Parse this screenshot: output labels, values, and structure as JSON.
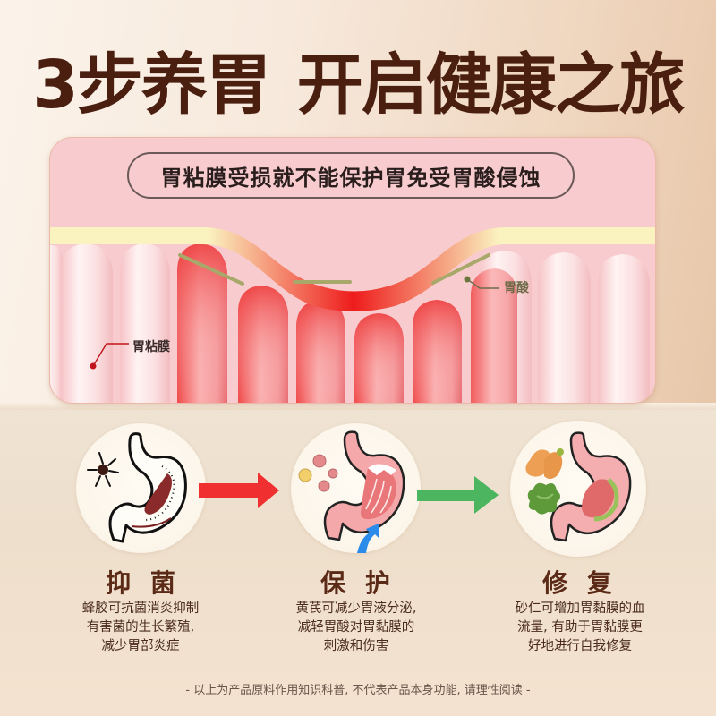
{
  "headline": {
    "part1": "3步养胃",
    "part2": "开启健康之旅"
  },
  "diagram": {
    "caption": "胃粘膜受损就不能保护胃免受胃酸侵蚀",
    "labels": {
      "acid": "胃酸",
      "mucosa": "胃粘膜"
    },
    "colors": {
      "panel_bg": "#f8cccf",
      "mucus_layer": "#faf3c0",
      "damage_red": "#ee1c1c",
      "acid_green": "#a8a86a"
    }
  },
  "steps": [
    {
      "title": "抑 菌",
      "icon": "stomach-bacteria-icon",
      "description_lines": [
        "蜂胶可抗菌消炎抑制",
        "有害菌的生长繁殖,",
        "减少胃部炎症"
      ]
    },
    {
      "title": "保 护",
      "icon": "stomach-protect-icon",
      "description_lines": [
        "黄芪可减少胃液分泌,",
        "减轻胃酸对胃黏膜的",
        "刺激和伤害"
      ]
    },
    {
      "title": "修 复",
      "icon": "stomach-repair-icon",
      "description_lines": [
        "砂仁可增加胃黏膜的血",
        "流量, 有助于胃黏膜更",
        "好地进行自我修复"
      ]
    }
  ],
  "arrows": [
    {
      "icon": "arrow-right-icon",
      "color": "#f03030"
    },
    {
      "icon": "arrow-right-icon",
      "color": "#4cb560"
    }
  ],
  "disclaimer": "- 以上为产品原料作用知识科普, 不代表产品本身功能, 请理性阅读 -"
}
